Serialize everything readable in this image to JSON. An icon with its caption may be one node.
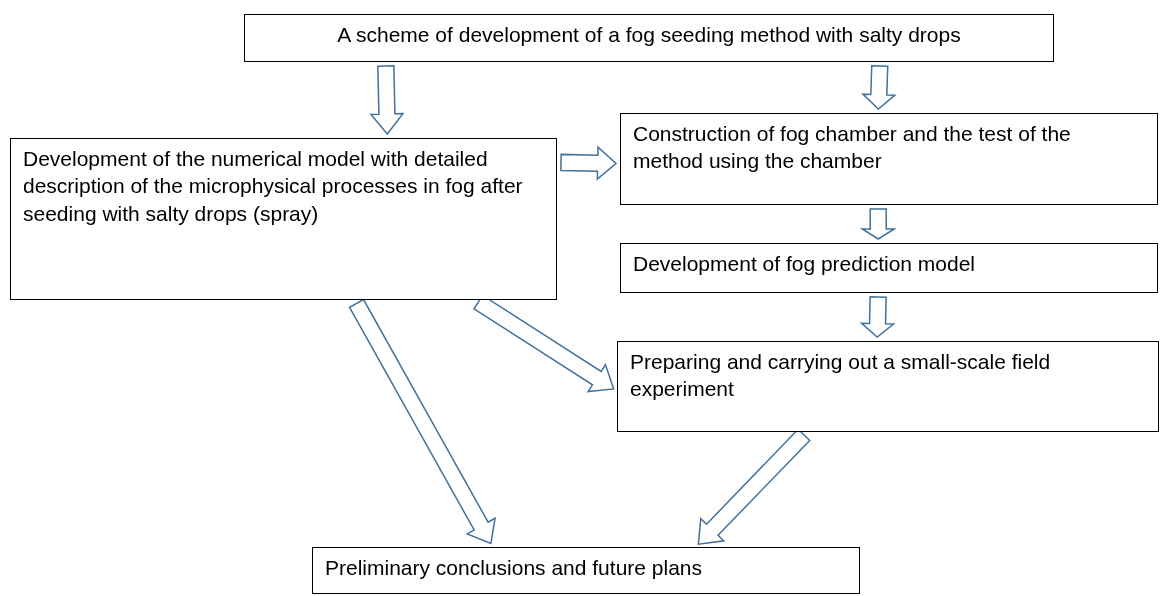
{
  "diagram": {
    "nodes": [
      {
        "text": [
          "A scheme of development of a fog seeding method with salty drops"
        ]
      },
      {
        "text": [
          "Development of the numerical model with detailed description of the microphysical processes in fog after seeding with salty drops (spray)"
        ]
      },
      {
        "text": [
          "Construction of fog chamber and the test of the method using the chamber"
        ]
      },
      {
        "text": [
          "Development of fog prediction model"
        ]
      },
      {
        "text": [
          "Preparing and carrying out a small-scale field experiment"
        ]
      },
      {
        "text": [
          "Preliminary conclusions and future plans"
        ]
      }
    ],
    "edges": [
      {
        "from": 0,
        "to": 1,
        "arrow": "to"
      },
      {
        "from": 0,
        "to": 2,
        "arrow": "to"
      },
      {
        "from": 1,
        "to": 2,
        "arrow": "to"
      },
      {
        "from": 2,
        "to": 3,
        "arrow": "to"
      },
      {
        "from": 3,
        "to": 4,
        "arrow": "to"
      },
      {
        "from": 1,
        "to": 4,
        "arrow": "to"
      },
      {
        "from": 1,
        "to": 5,
        "arrow": "to"
      },
      {
        "from": 4,
        "to": 5,
        "arrow": "to"
      }
    ]
  }
}
